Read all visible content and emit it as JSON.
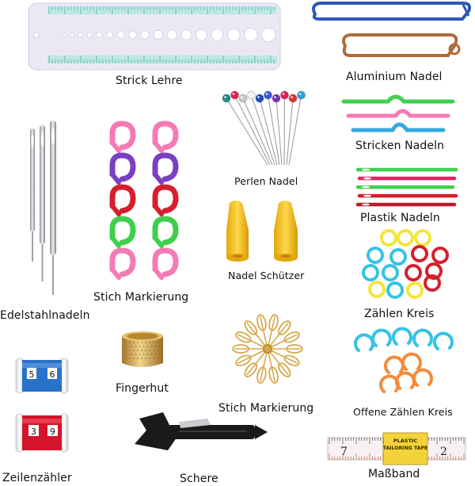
{
  "labels": {
    "strick_lehre": "Strick Lehre",
    "aluminium_nadel": "Aluminium Nadel",
    "perlen_nadel": "Perlen Nadel",
    "stricken_nadeln": "Stricken Nadeln",
    "stich_markierung_1": "Stich Markierung",
    "edelstahlnadeln": "Edelstahlnadeln",
    "plastik_nadeln": "Plastik Nadeln",
    "nadel_schuetzer": "Nadel Schützer",
    "zaehlen_kreis": "Zählen Kreis",
    "fingerhut": "Fingerhut",
    "stich_markierung_2": "Stich Markierung",
    "offene_zaehlen_kreis": "Offene Zählen Kreis",
    "zeilenzaehler": "Zeilenzähler",
    "schere": "Schere",
    "massband": "Maßband"
  },
  "counter_blue": {
    "left": "5",
    "right": "6"
  },
  "counter_red": {
    "left": "3",
    "right": "9"
  },
  "tape": {
    "brand_line1": "PLASTIC",
    "brand_line2": "TAILORING TAPE",
    "left_num": "7",
    "right_num": "2"
  },
  "colors": {
    "gauge_bg": "#e9e6f5",
    "gauge_ruler": "#4fb7a8",
    "blue_pin": "#2d57b8",
    "bronze_pin": "#b06a3a",
    "pink": "#f57ab5",
    "purple": "#7a3fc2",
    "red": "#d61f2c",
    "green": "#3fcf4e",
    "cyan": "#36c2e6",
    "yellow": "#f3e53a",
    "orange": "#f38b3b",
    "gold": "#d6a84a",
    "protector": "#f5c52a",
    "counter_blue": "#2a72c9",
    "counter_red": "#d3142a",
    "scissor_black": "#1a1a1a"
  }
}
